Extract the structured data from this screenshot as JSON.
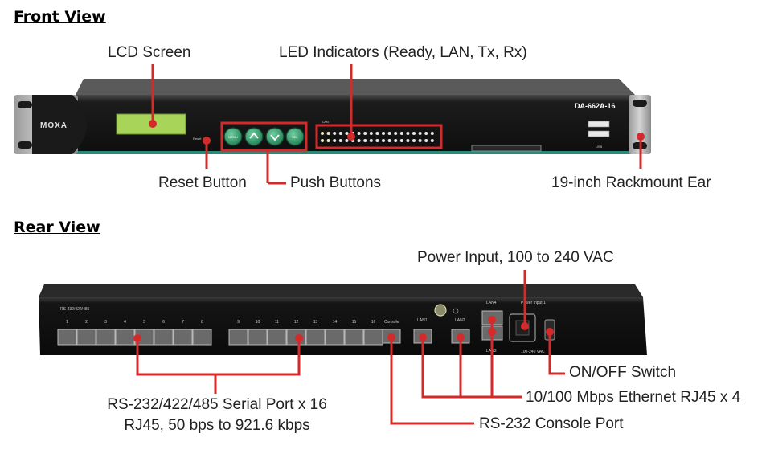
{
  "front": {
    "title": "Front View",
    "callouts": {
      "lcd": "LCD Screen",
      "led": "LED Indicators (Ready, LAN, Tx, Rx)",
      "reset": "Reset Button",
      "push": "Push Buttons",
      "ear": "19-inch Rackmount Ear"
    },
    "device": {
      "brand": "MOXA",
      "model": "DA-662A-16",
      "reset_label": "Reset",
      "buttons": [
        "MENU",
        "^",
        "v",
        "SEL"
      ],
      "lan_label": "LAN",
      "usb_label": "USB"
    }
  },
  "rear": {
    "title": "Rear View",
    "callouts": {
      "power": "Power Input, 100 to 240 VAC",
      "switch": "ON/OFF Switch",
      "ethernet": "10/100 Mbps Ethernet RJ45 x 4",
      "console": "RS-232 Console Port",
      "serial_line1": "RS-232/422/485 Serial Port x 16",
      "serial_line2": "RJ45, 50 bps to 921.6 kbps"
    },
    "device": {
      "serial_label": "RS-232/422/485",
      "port_numbers": [
        "1",
        "2",
        "3",
        "4",
        "5",
        "6",
        "7",
        "8",
        "9",
        "10",
        "11",
        "12",
        "13",
        "14",
        "15",
        "16"
      ],
      "console_label": "Console",
      "lan1": "LAN1",
      "lan2": "LAN2",
      "lan3": "LAN3",
      "lan4": "LAN4",
      "power_label": "Power Input 1",
      "voltage": "100-240 VAC"
    }
  },
  "colors": {
    "callout_line": "#d42a2a",
    "chassis": "#1a1a1a",
    "lcd": "#a8d45a",
    "button": "#2f9a6a"
  }
}
